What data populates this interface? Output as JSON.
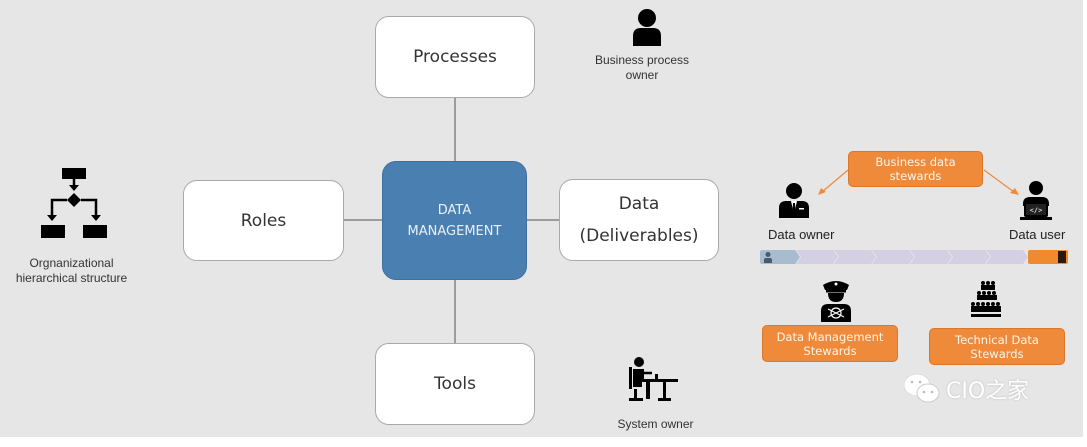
{
  "diagram": {
    "center": {
      "line1": "DATA",
      "line2": "MANAGEMENT"
    },
    "nodes": {
      "top": {
        "label": "Processes"
      },
      "left": {
        "label": "Roles"
      },
      "right": {
        "line1": "Data",
        "line2": "(Deliverables)"
      },
      "bottom": {
        "label": "Tools"
      }
    },
    "actors": {
      "business_process_owner": {
        "line1": "Business process",
        "line2": "owner",
        "icon": "person-icon"
      },
      "org_structure": {
        "line1": "Orgnanizational",
        "line2": "hierarchical structure",
        "icon": "org-chart-icon"
      },
      "system_owner": {
        "label": "System owner",
        "icon": "person-at-desk-icon"
      }
    },
    "stewardship": {
      "business_data_stewards": {
        "line1": "Business data",
        "line2": "stewards"
      },
      "data_owner": {
        "label": "Data owner",
        "icon": "businessman-icon"
      },
      "data_user": {
        "label": "Data user",
        "icon": "developer-laptop-icon"
      },
      "data_management_stewards": {
        "line1": "Data Management",
        "line2": "Stewards",
        "icon": "captain-icon"
      },
      "technical_data_stewards": {
        "line1": "Technical Data",
        "line2": "Stewards",
        "icon": "crowd-icon"
      },
      "process_strip_steps": 9
    },
    "colors": {
      "center_blue": "#4a7fb2",
      "steward_orange": "#ee8a3a",
      "background": "#e6e6e6"
    },
    "watermark": {
      "text": "CIO之家",
      "icon": "wechat-icon"
    }
  }
}
